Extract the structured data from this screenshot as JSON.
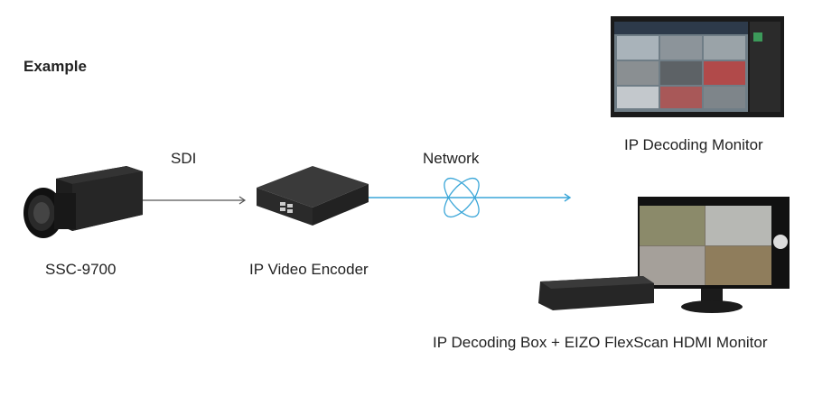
{
  "title": "Example",
  "devices": {
    "camera": {
      "label": "SSC-9700"
    },
    "encoder": {
      "label": "IP Video Encoder"
    },
    "decoding_monitor": {
      "label": "IP Decoding Monitor"
    },
    "decoding_box": {
      "label": "IP Decoding Box + EIZO FlexScan HDMI Monitor"
    }
  },
  "connections": {
    "sdi": {
      "label": "SDI",
      "color": "#555555"
    },
    "network": {
      "label": "Network",
      "color": "#3aa6d8",
      "icon": "network-orbit-icon"
    }
  }
}
